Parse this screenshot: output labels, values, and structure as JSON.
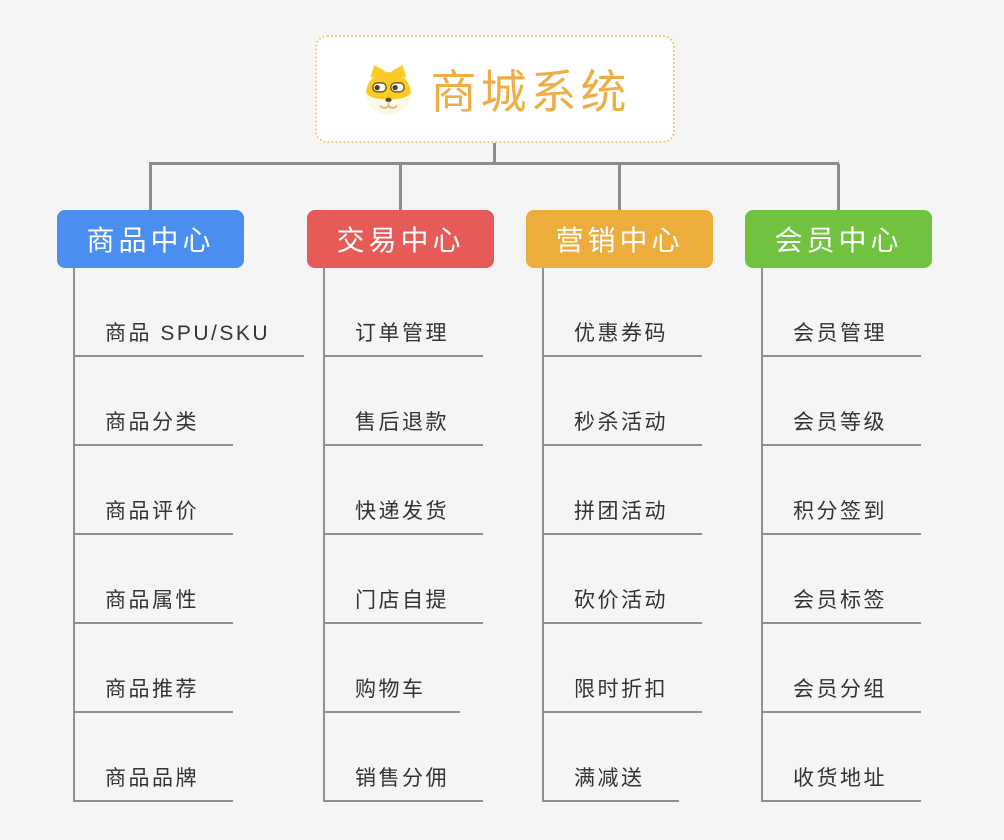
{
  "root": {
    "title": "商城系统",
    "icon": "shiba-dog-icon",
    "title_color": "#EFAD45",
    "border_color": "#F2C883"
  },
  "branches": [
    {
      "label": "商品中心",
      "color": "#4A8FF0",
      "children": [
        "商品 SPU/SKU",
        "商品分类",
        "商品评价",
        "商品属性",
        "商品推荐",
        "商品品牌"
      ]
    },
    {
      "label": "交易中心",
      "color": "#E65A57",
      "children": [
        "订单管理",
        "售后退款",
        "快递发货",
        "门店自提",
        "购物车",
        "销售分佣"
      ]
    },
    {
      "label": "营销中心",
      "color": "#EDAD3D",
      "children": [
        "优惠券码",
        "秒杀活动",
        "拼团活动",
        "砍价活动",
        "限时折扣",
        "满减送"
      ]
    },
    {
      "label": "会员中心",
      "color": "#71C23F",
      "children": [
        "会员管理",
        "会员等级",
        "积分签到",
        "会员标签",
        "会员分组",
        "收货地址"
      ]
    }
  ],
  "connector_color": "#8C8C8C",
  "text_color": "#333333",
  "background_color": "#F5F5F5"
}
